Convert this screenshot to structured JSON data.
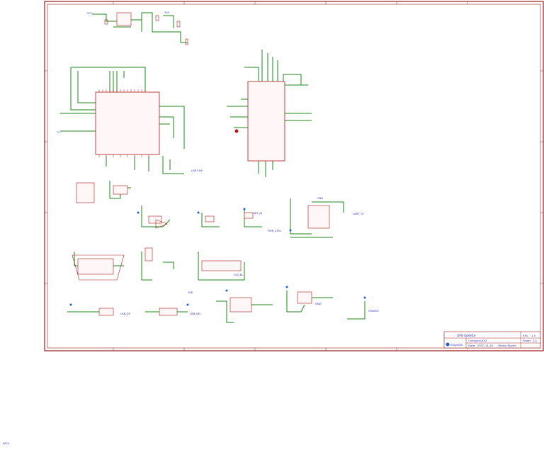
{
  "title_block": {
    "title": "GPS-tablette",
    "rev_label": "REV",
    "rev_value": "1.0",
    "company_label": "Company:",
    "company_value": "XYZ",
    "sheet_label": "Sheet",
    "sheet_value": "1/1",
    "date_label": "Date:",
    "date_value": "2020-11-20",
    "drawn_label": "Drawn By:",
    "drawn_value": "zhe",
    "logo_text": "EasyEDA"
  },
  "nets": {
    "vcc": "VCC",
    "gnd": "GND",
    "v33": "3V3",
    "v18": "1V8",
    "uart_tx": "UART_TX",
    "uart_rx": "UART_RX",
    "pwr_ctrl": "PWR_CTRL",
    "lcd_bl": "LCD_BL",
    "vbat": "VBAT",
    "usb_dp": "USB_DP",
    "usb_dm": "USB_DM",
    "key_in": "KEY_IN",
    "charge": "CHARGE",
    "tx": "TX"
  },
  "corner_text": "ERCS"
}
